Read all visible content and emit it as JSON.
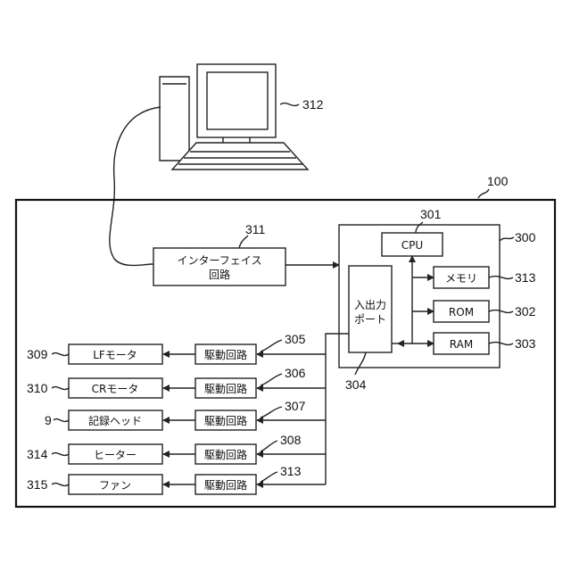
{
  "labels": {
    "interface": [
      "インターフェイス",
      "回路"
    ],
    "cpu": "CPU",
    "io_port": [
      "入出力",
      "ポート"
    ],
    "memory": "メモリ",
    "rom": "ROM",
    "ram": "RAM",
    "lf_motor": "LFモータ",
    "cr_motor": "CRモータ",
    "record_head": "記録ヘッド",
    "heater": "ヒーター",
    "fan": "ファン",
    "driver_circuit": "駆動回路"
  },
  "refs": {
    "device": "100",
    "controller": "300",
    "cpu": "301",
    "rom": "302",
    "ram": "303",
    "io_port": "304",
    "drv_lf": "305",
    "drv_cr": "306",
    "drv_head": "307",
    "drv_heater": "308",
    "drv_fan": "313",
    "memory": "313",
    "interface": "311",
    "computer": "312",
    "lf_motor": "309",
    "cr_motor": "310",
    "record_head": "9",
    "heater": "314",
    "fan": "315"
  }
}
